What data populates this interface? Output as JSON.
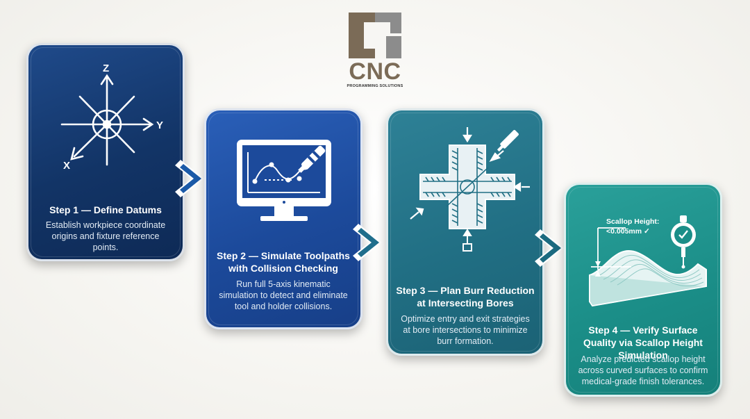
{
  "logo": {
    "text": "CNC",
    "subtitle": "PROGRAMMING SOLUTIONS",
    "colors": {
      "brown": "#7b6b57",
      "gray": "#8c8c8c"
    }
  },
  "steps": [
    {
      "title": "Step 1 — Define Datums",
      "description": "Establish workpiece coordinate origins and fixture reference points.",
      "icon": "axis-datum-icon",
      "axis_labels": {
        "z": "Z",
        "y": "Y",
        "x": "X"
      },
      "color": "#123466"
    },
    {
      "title": "Step 2 — Simulate Toolpaths with Collision Checking",
      "description": "Run full 5-axis kinematic simulation to detect and eliminate tool and holder collisions.",
      "icon": "monitor-simulation-icon",
      "color": "#1c4a9b"
    },
    {
      "title": "Step 3 — Plan Burr Reduction at Intersecting Bores",
      "description": "Optimize entry and exit strategies at bore intersections to minimize burr formation.",
      "icon": "intersecting-bores-icon",
      "color": "#216f84"
    },
    {
      "title": "Step 4 — Verify Surface Quality via Scallop Height Simulation",
      "description": "Analyze predicted scallop height across curved surfaces to confirm medical-grade finish tolerances.",
      "icon": "scallop-surface-icon",
      "scallop_label": "Scallop Height:",
      "scallop_value": "<0.005mm ✓",
      "color": "#1b8e88"
    }
  ],
  "connectors": [
    "chevron-right-icon",
    "chevron-right-icon",
    "chevron-right-icon"
  ]
}
